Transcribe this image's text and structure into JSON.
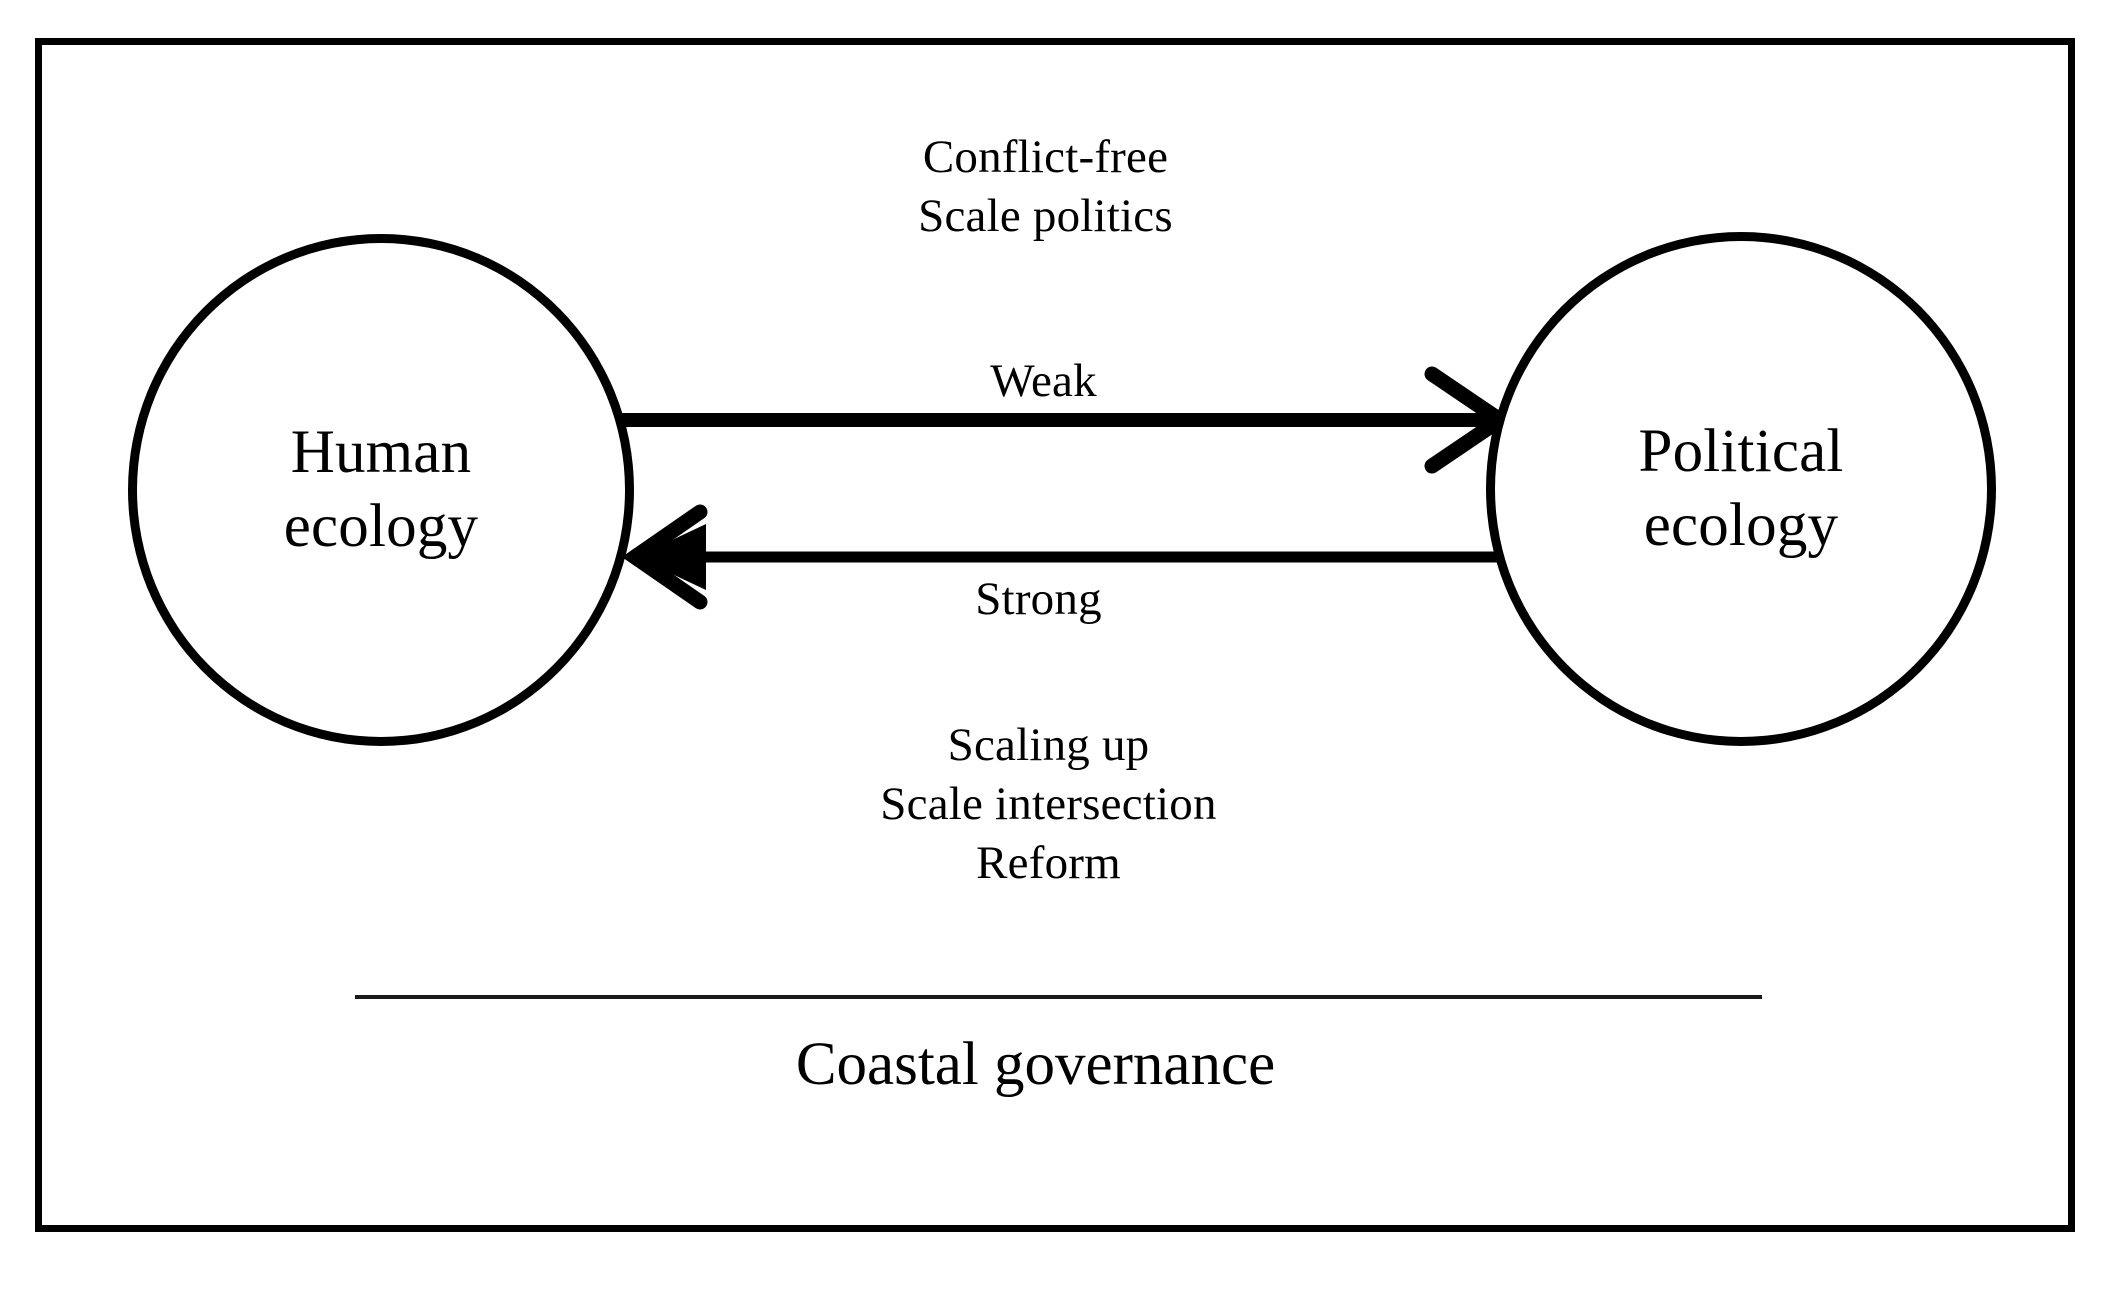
{
  "figure": {
    "frame_color": "#000000",
    "background": "#ffffff"
  },
  "nodes": [
    {
      "id": "human-ecology",
      "label_lines": [
        "Human",
        "ecology"
      ],
      "line1": "Human",
      "line2": "ecology"
    },
    {
      "id": "political-ecology",
      "label_lines": [
        "Political",
        "ecology"
      ],
      "line1": "Political",
      "line2": "ecology"
    }
  ],
  "edges": {
    "forward": {
      "from": "human-ecology",
      "to": "political-ecology",
      "strength_label": "Weak",
      "annotations": [
        "Conflict-free",
        "Scale politics"
      ],
      "annotation_line1": "Conflict-free",
      "annotation_line2": "Scale politics"
    },
    "reverse": {
      "from": "political-ecology",
      "to": "human-ecology",
      "strength_label": "Strong",
      "annotations": [
        "Scaling up",
        "Scale intersection",
        "Reform"
      ],
      "annotation_line1": "Scaling up",
      "annotation_line2": "Scale intersection",
      "annotation_line3": "Reform"
    }
  },
  "caption": {
    "text": "Coastal governance"
  },
  "chart_data": {
    "type": "diagram",
    "title": "Coastal governance",
    "nodes": [
      "Human ecology",
      "Political ecology"
    ],
    "links": [
      {
        "source": "Human ecology",
        "target": "Political ecology",
        "strength": "Weak",
        "attributes": [
          "Conflict-free",
          "Scale politics"
        ]
      },
      {
        "source": "Political ecology",
        "target": "Human ecology",
        "strength": "Strong",
        "attributes": [
          "Scaling up",
          "Scale intersection",
          "Reform"
        ]
      }
    ]
  }
}
